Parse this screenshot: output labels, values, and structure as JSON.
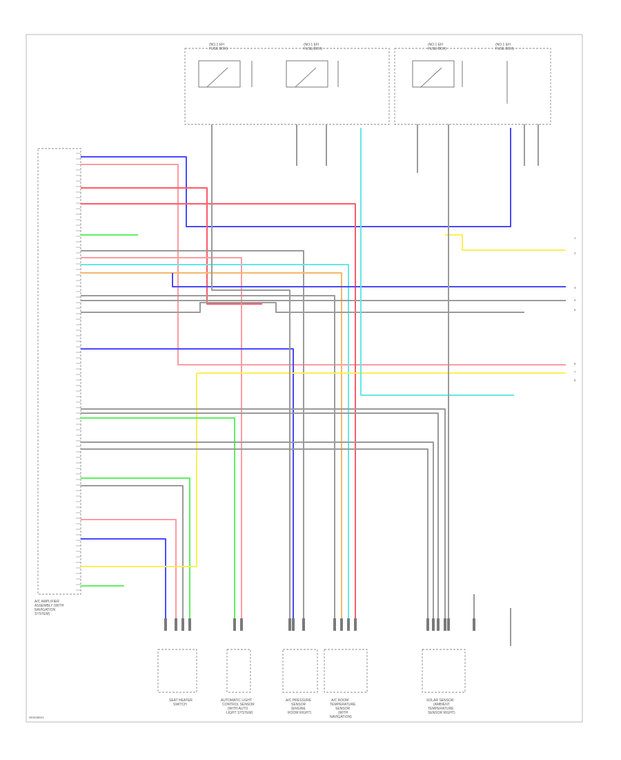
{
  "footer_code": "W0048841",
  "ecu": {
    "caption_lines": [
      "A/C AMPLIFIER",
      "ASSEMBLY (WITH",
      "NAVIGATION",
      "SYSTEM)"
    ]
  },
  "relays": [
    {
      "title_lines": [
        "(NO.1 EFI",
        "FUSE BOX)"
      ]
    },
    {
      "title_lines": [
        "(NO.1 EFI",
        "FUSE BOX)"
      ]
    },
    {
      "title_lines": [
        "(NO.1 EFI",
        "FUSE BOX)"
      ]
    },
    {
      "title_lines": [
        "(NO.1 EFI",
        "FUSE BOX)"
      ]
    }
  ],
  "components": [
    {
      "lines": [
        "SEAT HEATER",
        "SWITCH"
      ]
    },
    {
      "lines": [
        "AUTOMATIC LIGHT",
        "CONTROL SENSOR",
        "(WITH AUTO",
        "LIGHT SYSTEM)"
      ]
    },
    {
      "lines": [
        "A/C PRESSURE",
        "SENSOR",
        "(ENGINE",
        "ROOM RIGHT)"
      ]
    },
    {
      "lines": [
        "A/C ROOM",
        "TEMPERATURE",
        "SENSOR",
        "(WITH",
        "NAVIGATION)"
      ]
    },
    {
      "lines": [
        "SOLAR SENSOR",
        "(AMBIENT",
        "TEMPERATURE",
        "SENSOR RIGHT)"
      ]
    }
  ],
  "connectors": [
    "1",
    "2",
    "3",
    "4",
    "5",
    "6",
    "7",
    "8"
  ],
  "colors": {
    "red": "#ff5a6a",
    "pink": "#ff9aa2",
    "blue": "#4848ff",
    "violet": "#9a8cff",
    "cyan": "#66e6e6",
    "green": "#5ef05e",
    "yellow": "#ffee55",
    "orange": "#f5b86a",
    "gray": "#9a9a9a",
    "lightgray": "#c4c4c4",
    "black": "#333333"
  }
}
